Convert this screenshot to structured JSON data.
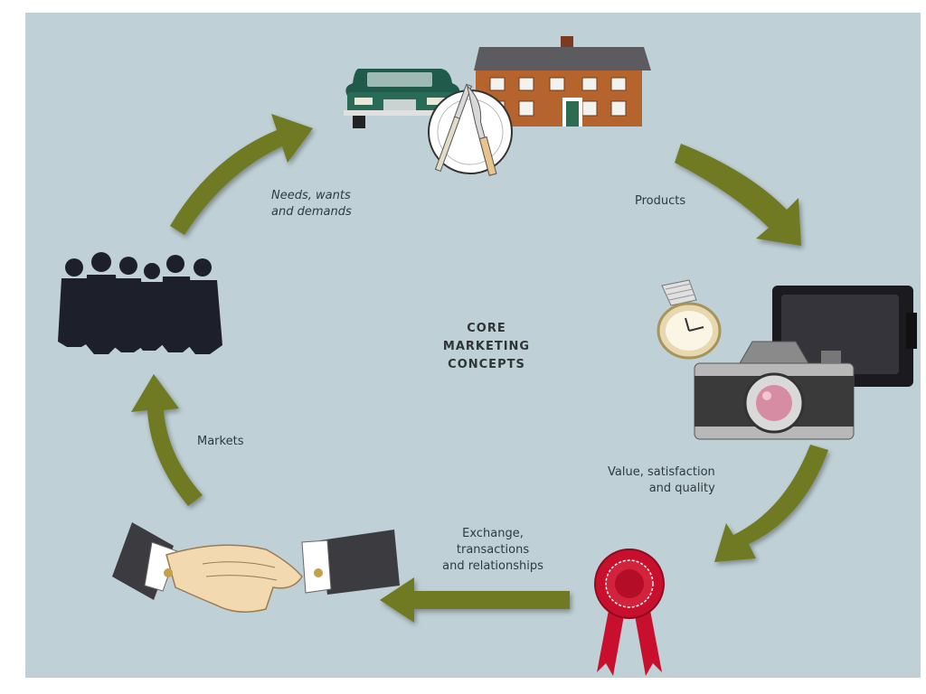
{
  "diagram": {
    "center_title": [
      "CORE",
      "MARKETING",
      "CONCEPTS"
    ],
    "labels": {
      "needs": [
        "Needs, wants",
        "and demands"
      ],
      "products": [
        "Products"
      ],
      "value": [
        "Value, satisfaction",
        "and quality"
      ],
      "exchange": [
        "Exchange,",
        "transactions",
        "and relationships"
      ],
      "markets": [
        "Markets"
      ]
    },
    "icons": [
      "people-group-icon",
      "car-icon",
      "house-icon",
      "plate-cutlery-icon",
      "watch-icon",
      "camera-icon",
      "television-icon",
      "rosette-icon",
      "handshake-icon"
    ],
    "colors": {
      "background": "#bfd1d6",
      "arrow": "#6f7a20",
      "rosette": "#c8102e",
      "house_brick": "#b5642e",
      "car": "#1f5a4a"
    }
  }
}
